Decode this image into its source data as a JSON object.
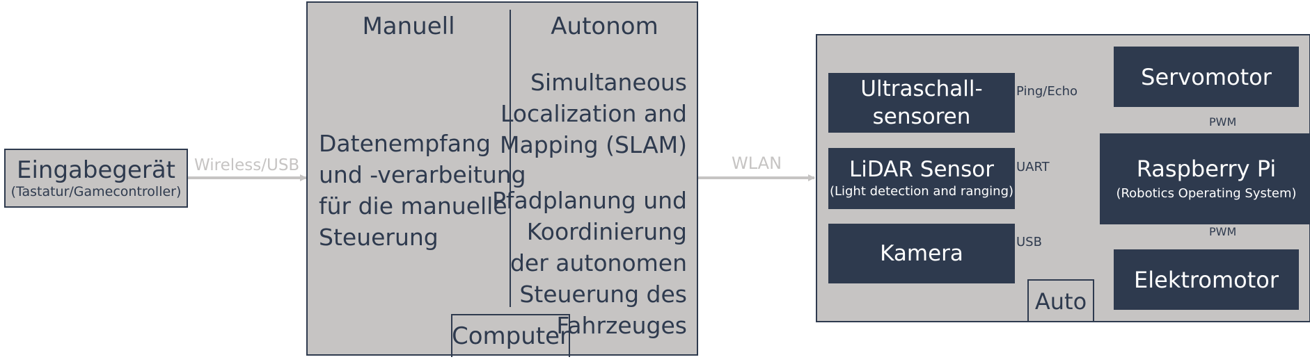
{
  "input_device": {
    "title": "Eingabegerät",
    "subtitle": "(Tastatur/Gamecontroller)"
  },
  "connection_input": "Wireless/USB",
  "computer": {
    "label": "Computer",
    "manual": {
      "heading": "Manuell",
      "lines": [
        "Datenempfang",
        "und -verarbeitung",
        "für die manuelle",
        "Steuerung"
      ]
    },
    "autonomous": {
      "heading": "Autonom",
      "slam_lines": [
        "Simultaneous",
        "Localization and",
        "Mapping (SLAM)"
      ],
      "planning_lines": [
        "Pfadplanung und",
        "Koordinierung",
        "der autonomen",
        "Steuerung des",
        "Fahrzeuges"
      ]
    }
  },
  "connection_wlan": "WLAN",
  "car": {
    "label": "Auto",
    "ultrasonic": {
      "line1": "Ultraschall-",
      "line2": "sensoren"
    },
    "lidar": {
      "title": "LiDAR Sensor",
      "subtitle": "(Light detection and ranging)"
    },
    "camera": {
      "title": "Kamera"
    },
    "raspberry": {
      "title": "Raspberry Pi",
      "subtitle": "(Robotics Operating System)"
    },
    "servo": {
      "title": "Servomotor"
    },
    "motor": {
      "title": "Elektromotor"
    },
    "link_labels": {
      "ping": "Ping/Echo",
      "uart": "UART",
      "usb": "USB",
      "pwm_servo": "PWM",
      "pwm_motor": "PWM"
    }
  },
  "colors": {
    "box_gray": "#c6c4c3",
    "navy": "#2e3a4e",
    "arrow_light": "#c6c4c3"
  }
}
